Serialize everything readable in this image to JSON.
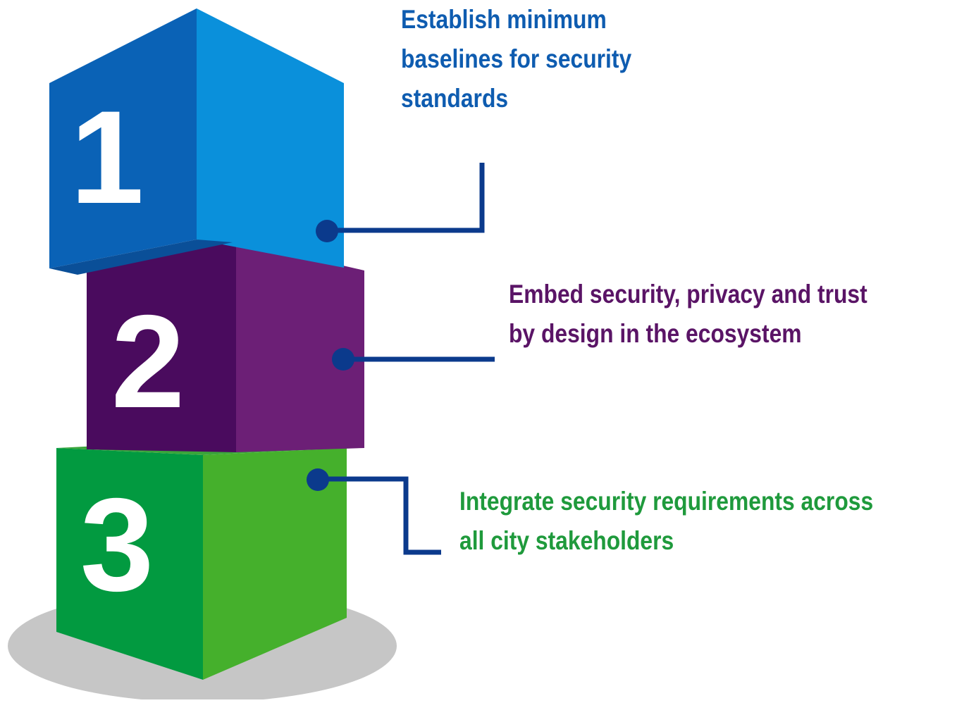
{
  "steps": [
    {
      "number": "1",
      "lines": [
        "Establish minimum",
        "baselines for security",
        "standards"
      ],
      "color": "#0e5cb0",
      "face_dark": "#0a62b6",
      "face_light": "#0a90db"
    },
    {
      "number": "2",
      "lines": [
        "Embed security, privacy and trust",
        "by design in the ecosystem"
      ],
      "color": "#5a1466",
      "face_dark": "#4a0b5e",
      "face_light": "#6c1f76"
    },
    {
      "number": "3",
      "lines": [
        "Integrate security requirements across",
        "all city stakeholders"
      ],
      "color": "#1f9a3c",
      "face_dark": "#029a40",
      "face_light": "#45b02c"
    }
  ],
  "colors": {
    "connector": "#0b3a8c",
    "shadow": "#c6c6c6"
  }
}
